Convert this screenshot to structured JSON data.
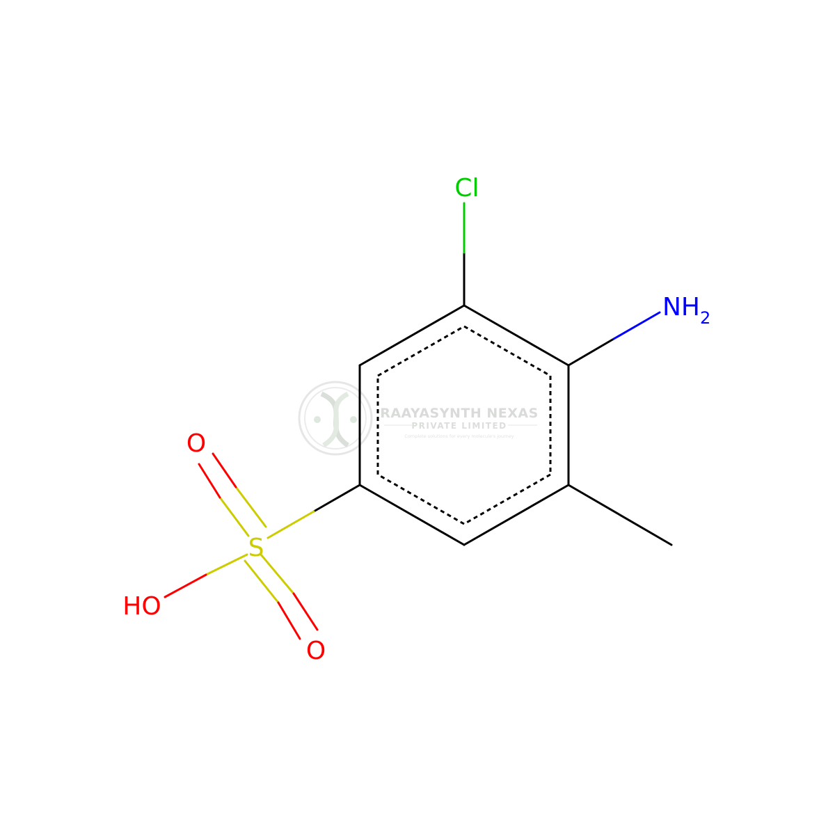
{
  "molecule": {
    "atoms": {
      "chlorine": "Cl",
      "amine_n": "NH",
      "amine_h_subscript": "2",
      "sulfur": "S",
      "oxygen_top": "O",
      "oxygen_bottom": "O",
      "hydroxyl": "HO"
    },
    "colors": {
      "carbon_bond": "#000000",
      "chlorine": "#00CC00",
      "nitrogen": "#0000FF",
      "oxygen": "#FF0000",
      "sulfur": "#CCCC00"
    }
  },
  "watermark": {
    "company": "RAAYASYNTH NEXAS",
    "subtitle": "PRIVATE LIMITED",
    "tagline": "Complete solutions for every molecule's journey",
    "color": "#d8dcd8"
  }
}
